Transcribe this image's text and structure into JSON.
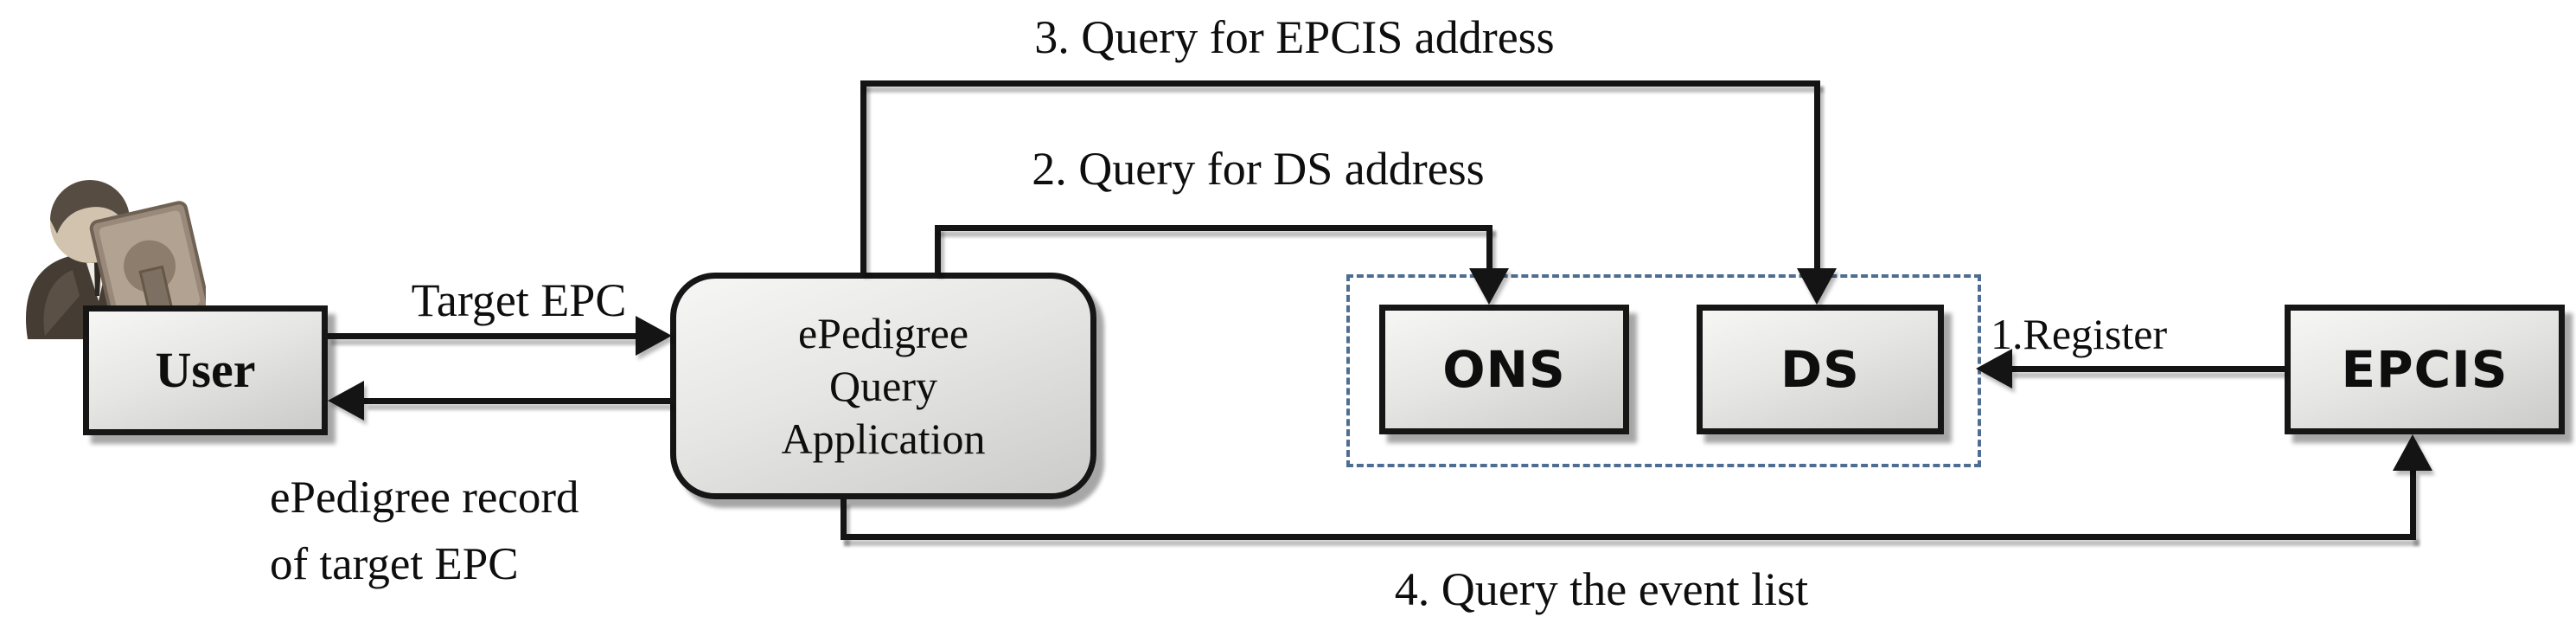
{
  "nodes": {
    "user": "User",
    "app": "ePedigree\nQuery\nApplication",
    "ons": "ONS",
    "ds": "DS",
    "epcis": "EPCIS"
  },
  "edges": {
    "register": "1.Register",
    "query_ds": "2. Query for DS address",
    "query_epcis": "3. Query for EPCIS address",
    "query_events": "4. Query the event list",
    "target_epc": "Target EPC",
    "record_return": "ePedigree record\nof target EPC"
  },
  "icons": {
    "user": "person-at-computer-icon"
  },
  "colors": {
    "background": "#ffffff",
    "box_border": "#161616",
    "box_fill_light": "#f6f6f4",
    "box_fill_mid": "#e6e6e4",
    "box_fill_dark": "#cbcbc9",
    "connector": "#141414",
    "dashed_border": "#4e6d92",
    "label_color": "#0e0e0e"
  }
}
